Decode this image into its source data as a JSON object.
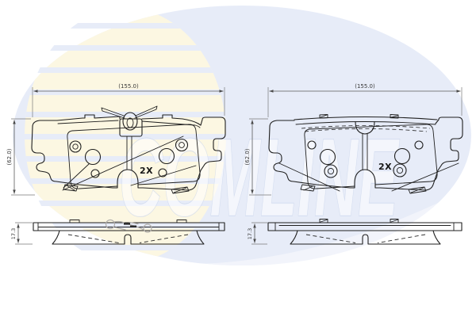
{
  "brand_watermark": {
    "text": "COMLINE"
  },
  "colors": {
    "background": "#ffffff",
    "logo_oval": "#e7ecf8",
    "logo_stripes": "#fcf7e2",
    "watermark_text": "#ffffff",
    "watermark_text_outline": "#b9c9e6",
    "drawing_line": "#1f1f1f",
    "dimension_line": "#5a5a5a",
    "dimension_text": "#3a3a3a",
    "clip_overlay_gray": "#b2afab"
  },
  "views": {
    "front_left": {
      "width_dim": "(155.0)",
      "height_dim": "(62.0)",
      "qty_label": "2X"
    },
    "front_right": {
      "width_dim": "(155.0)",
      "height_dim": "(62.0)",
      "qty_label": "2X"
    },
    "side_left": {
      "thickness_dim": "17.3"
    },
    "side_right": {
      "thickness_dim": "17.3"
    }
  }
}
